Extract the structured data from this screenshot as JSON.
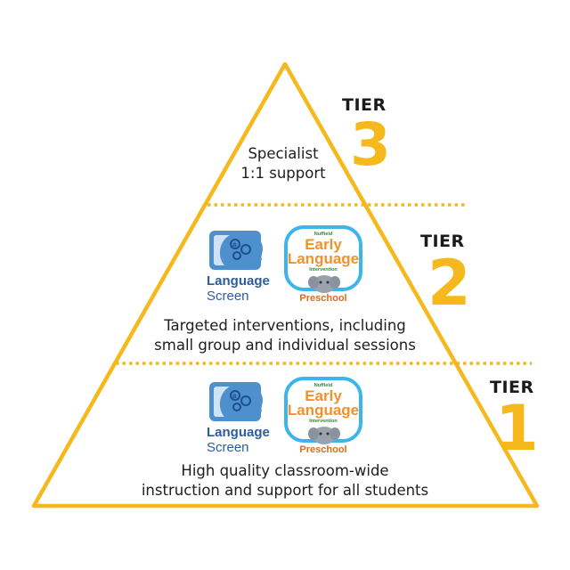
{
  "tiers": [
    {
      "label": "TIER",
      "number": "3",
      "lines": [
        "Specialist",
        "1:1 support"
      ]
    },
    {
      "label": "TIER",
      "number": "2",
      "lines": [
        "Targeted interventions, including",
        "small group and individual sessions"
      ]
    },
    {
      "label": "TIER",
      "number": "1",
      "lines": [
        "High quality classroom-wide",
        "instruction and support for all students"
      ]
    }
  ],
  "logos": {
    "language_screen": {
      "word1": "Language",
      "word2": "Screen"
    },
    "early_language": {
      "top": "Nuffield",
      "line1": "Early",
      "line2": "Language",
      "sub": "Intervention",
      "bottom": "Preschool"
    }
  },
  "colors": {
    "accent": "#f6b91d",
    "logo_blue": "#2c5d9e",
    "logo_orange": "#f0922a"
  }
}
